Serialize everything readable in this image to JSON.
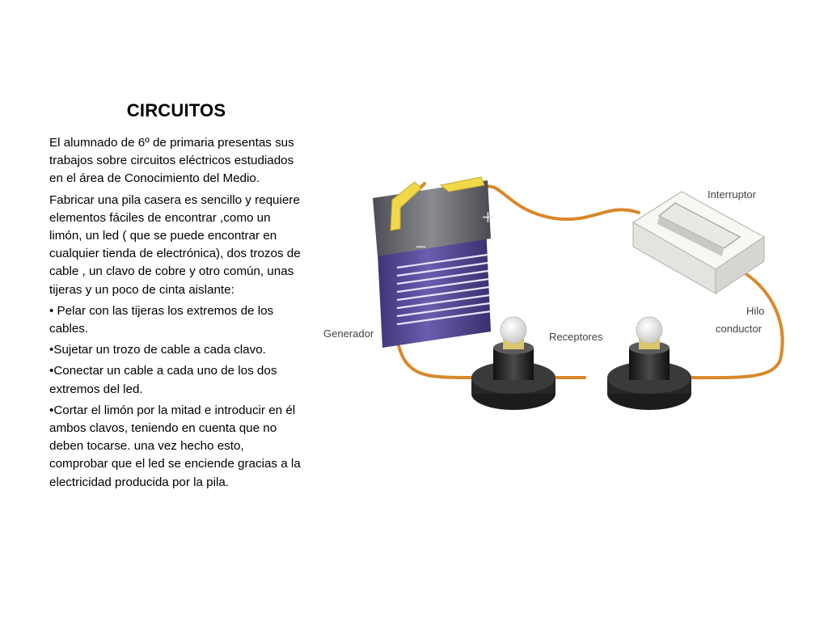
{
  "slide": {
    "title": "CIRCUITOS",
    "paragraphs": [
      "El alumnado de 6º de primaria  presentas sus trabajos  sobre circuitos eléctricos estudiados en el área de Conocimiento del Medio.",
      "Fabricar una pila casera es sencillo y requiere elementos fáciles de encontrar ,como un limón, un led ( que se puede encontrar en cualquier tienda de electrónica), dos trozos de cable , un clavo de cobre y otro común, unas tijeras y un poco de cinta aislante:",
      "• Pelar con las tijeras los extremos de los cables.",
      "•Sujetar un trozo de  cable a cada clavo.",
      "•Conectar un cable a cada  uno de los dos extremos del led.",
      "•Cortar el limón por la mitad e introducir en él ambos clavos, teniendo en cuenta que no deben tocarse. una vez hecho esto, comprobar que el led se enciende gracias a la electricidad producida por la pila."
    ]
  },
  "diagram": {
    "labels": {
      "generator": "Generador",
      "switch": "Interruptor",
      "receivers": "Receptores",
      "wire_line1": "Hilo",
      "wire_line2": "conductor"
    },
    "battery_plus": "+",
    "battery_minus": "−",
    "colors": {
      "wire": "#d9882a",
      "battery_body": "#5a4a9a",
      "battery_top": "#5f6066",
      "terminal": "#f0d84a",
      "switch": "#f2f2ee",
      "socket": "#1e1e1e",
      "bulb": "#f3f3f3"
    }
  }
}
